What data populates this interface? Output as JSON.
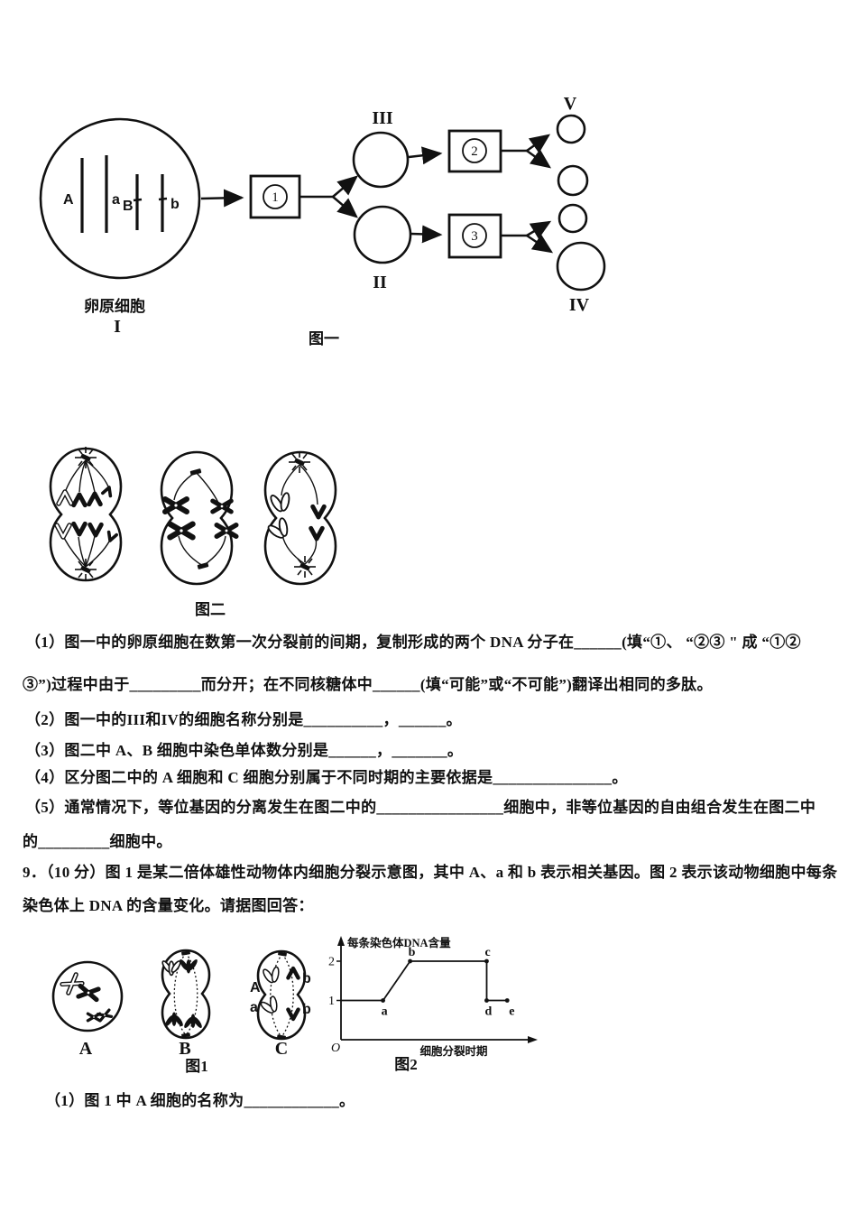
{
  "figure_one": {
    "caption": "图一",
    "oogonium_label": "卵原细胞",
    "numeral_i": "I",
    "numeral_ii": "II",
    "numeral_iii": "III",
    "numeral_iv": "IV",
    "numeral_v": "V",
    "gene_labels": {
      "A": "A",
      "a": "a",
      "B": "B",
      "b": "b"
    },
    "process_steps": {
      "s1": "1",
      "s2": "2",
      "s3": "3"
    }
  },
  "figure_two": {
    "caption": "图二"
  },
  "questions": {
    "q1_line1": "（1）图一中的卵原细胞在数第一次分裂前的间期，复制形成的两个 DNA 分子在______(填“①、 “②③ \" 成 “①②",
    "q1_line2": "③”)过程中由于_________而分开；在不同核糖体中______(填“可能”或“不可能”)翻译出相同的多肽。",
    "q2": "（2）图一中的III和IV的细胞名称分别是__________，______。",
    "q3": "（3）图二中 A、B 细胞中染色单体数分别是______，_______。",
    "q4": "（4）区分图二中的 A 细胞和 C 细胞分别属于不同时期的主要依据是_______________。",
    "q5_line1": "（5）通常情况下，等位基因的分离发生在图二中的________________细胞中，非等位基因的自由组合发生在图二中",
    "q5_line2": "的_________细胞中。",
    "q9_intro_line1": "9．（10 分）图 1 是某二倍体雄性动物体内细胞分裂示意图，其中 A、a 和 b 表示相关基因。图 2 表示该动物细胞中每条",
    "q9_intro_line2": "染色体上 DNA 的含量变化。请据图回答：",
    "q9_sub1": "（1）图 1 中 A 细胞的名称为____________。"
  },
  "figure_q9": {
    "caption": "图1",
    "cell_labels": [
      "A",
      "B",
      "C"
    ],
    "gene_labels_cell_c": [
      "A",
      "a",
      "b",
      "b"
    ]
  },
  "chart_data": {
    "type": "line",
    "title": "图2",
    "ylabel": "每条染色体DNA含量",
    "xlabel": "细胞分裂时期",
    "origin_label": "O",
    "yticks": [
      "1",
      "2"
    ],
    "ylim": [
      0,
      2.5
    ],
    "grid": false,
    "legend": false,
    "series": [
      {
        "name": "每条染色体DNA含量",
        "points": [
          {
            "x": 0.0,
            "y": 1
          },
          {
            "x": 0.225,
            "y": 1,
            "label": "a",
            "label_pos": "below"
          },
          {
            "x": 0.37,
            "y": 2,
            "label": "b",
            "label_pos": "above"
          },
          {
            "x": 0.78,
            "y": 2,
            "label": "c",
            "label_pos": "above"
          },
          {
            "x": 0.78,
            "y": 1,
            "label": "d",
            "label_pos": "below"
          },
          {
            "x": 0.89,
            "y": 1,
            "label": "e",
            "label_pos": "below"
          }
        ]
      }
    ]
  }
}
